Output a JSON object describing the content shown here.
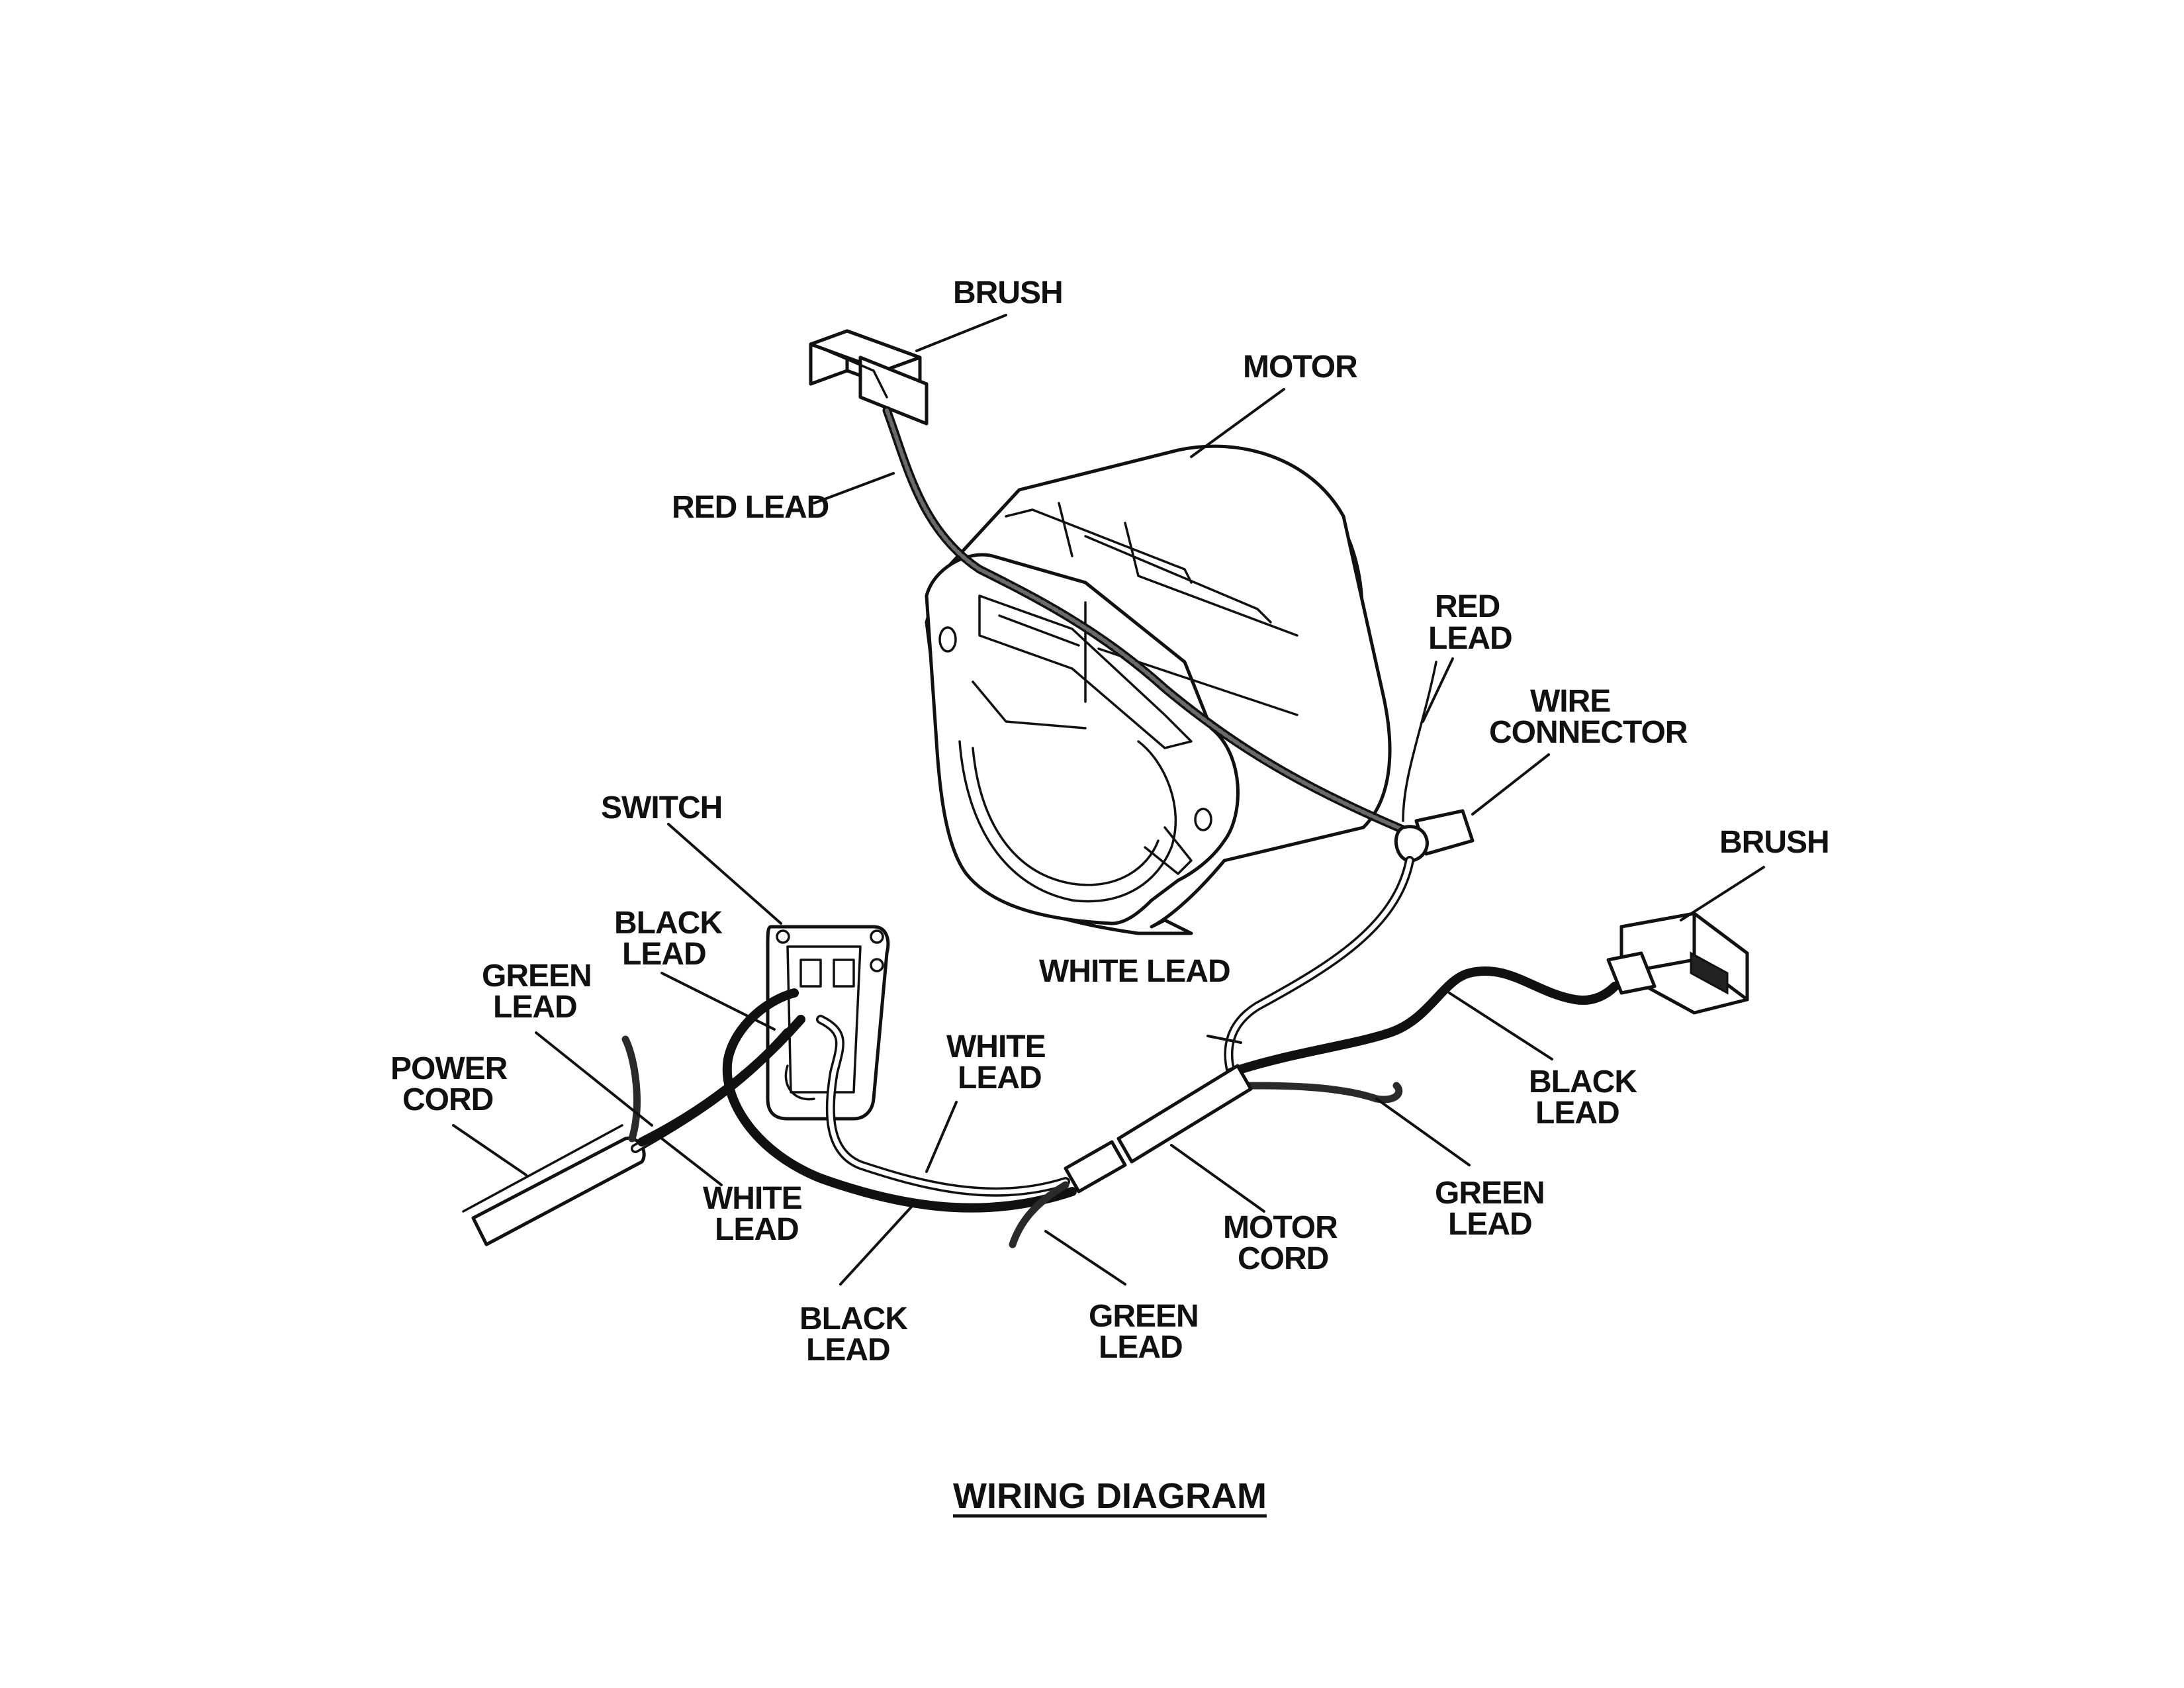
{
  "title": "WIRING DIAGRAM",
  "labels": {
    "brush_top": "BRUSH",
    "motor": "MOTOR",
    "red_lead_top": "RED LEAD",
    "red_lead_right": [
      "RED",
      "LEAD"
    ],
    "wire_connector": [
      "WIRE",
      "CONNECTOR"
    ],
    "brush_right": "BRUSH",
    "switch": "SWITCH",
    "black_lead_switch": [
      "BLACK",
      "LEAD"
    ],
    "green_lead_left": [
      "GREEN",
      "LEAD"
    ],
    "power_cord": [
      "POWER",
      "CORD"
    ],
    "white_lead_center": "WHITE LEAD",
    "white_lead_mid": [
      "WHITE",
      "LEAD"
    ],
    "white_lead_lower": [
      "WHITE",
      "LEAD"
    ],
    "black_lead_lower": [
      "BLACK",
      "LEAD"
    ],
    "green_lead_lower": [
      "GREEN",
      "LEAD"
    ],
    "motor_cord": [
      "MOTOR",
      "CORD"
    ],
    "green_lead_right": [
      "GREEN",
      "LEAD"
    ],
    "black_lead_right": [
      "BLACK",
      "LEAD"
    ]
  }
}
